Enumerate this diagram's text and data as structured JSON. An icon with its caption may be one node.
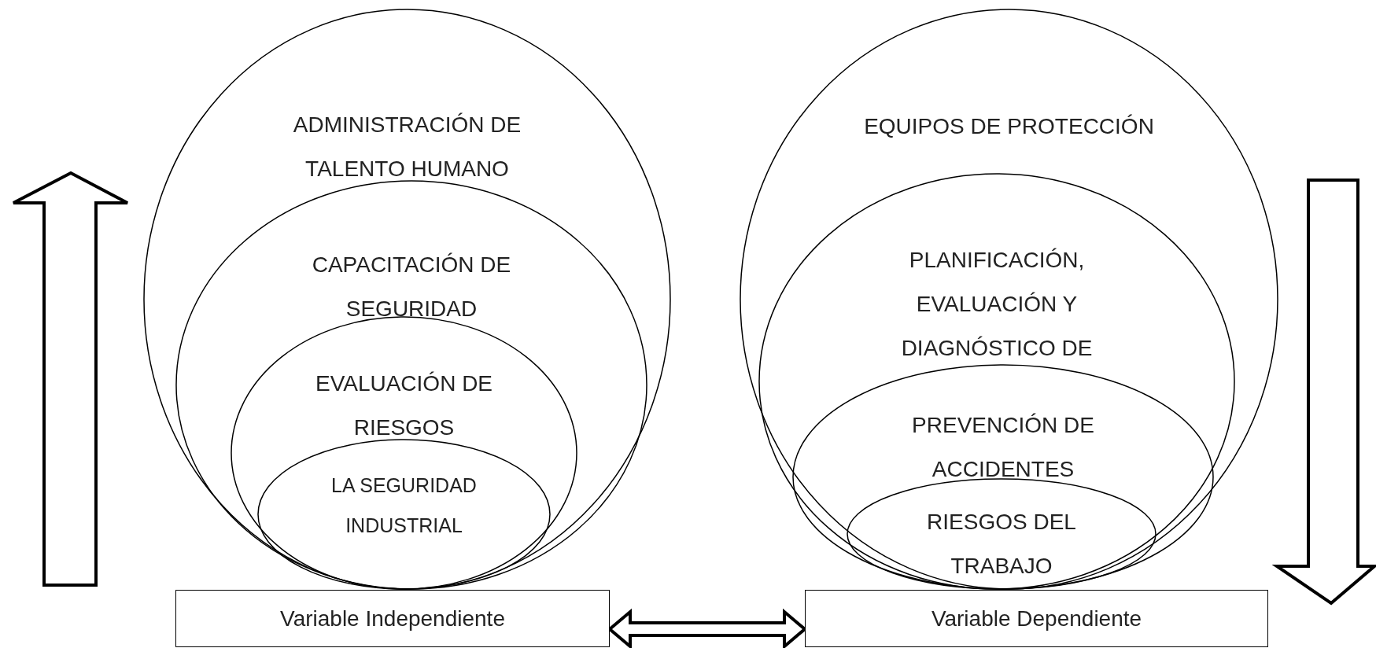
{
  "diagram": {
    "nodes": [
      {
        "text": [
          "ADMINISTRACIÓN DE TALENTO HUMANO"
        ]
      },
      {
        "text": [
          "CAPACITACIÓN DE SEGURIDAD"
        ],
        "in": 0
      },
      {
        "text": [
          "EVALUACIÓN DE RIESGOS"
        ],
        "in": 1
      },
      {
        "text": [
          "LA SEGURIDAD INDUSTRIAL"
        ],
        "in": 2
      },
      {
        "text": [
          "EQUIPOS DE PROTECCIÓN"
        ]
      },
      {
        "text": [
          "PLANIFICACIÓN, EVALUACIÓN Y DIAGNÓSTICO DE"
        ],
        "in": 4
      },
      {
        "text": [
          "PREVENCIÓN DE ACCIDENTES"
        ],
        "in": 5
      },
      {
        "text": [
          "RIESGOS DEL TRABAJO"
        ],
        "in": 6
      },
      {
        "text": [
          "Variable Independiente"
        ]
      },
      {
        "text": [
          "Variable Dependiente"
        ]
      }
    ],
    "edges": [
      {
        "from": 8,
        "to": 9,
        "arrow": "both"
      }
    ]
  }
}
